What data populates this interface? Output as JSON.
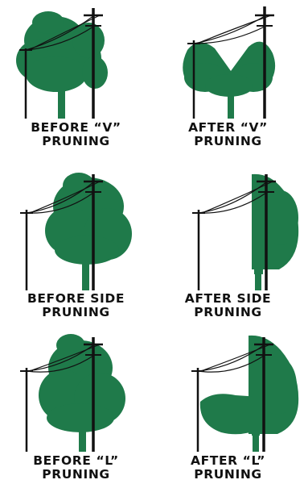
{
  "colors": {
    "foliage": "#1f7a4a",
    "foliage_dark": "#17603a",
    "pole": "#111111",
    "wire": "#222222"
  },
  "panels": [
    {
      "line1": "BEFORE “V”",
      "line2": "PRUNING",
      "pruning": "v",
      "state": "before"
    },
    {
      "line1": "AFTER “V”",
      "line2": "PRUNING",
      "pruning": "v",
      "state": "after"
    },
    {
      "line1": "BEFORE SIDE",
      "line2": "PRUNING",
      "pruning": "side",
      "state": "before"
    },
    {
      "line1": "AFTER SIDE",
      "line2": "PRUNING",
      "pruning": "side",
      "state": "after"
    },
    {
      "line1": "BEFORE “L”",
      "line2": "PRUNING",
      "pruning": "l",
      "state": "before"
    },
    {
      "line1": "AFTER “L”",
      "line2": "PRUNING",
      "pruning": "l",
      "state": "after"
    }
  ]
}
